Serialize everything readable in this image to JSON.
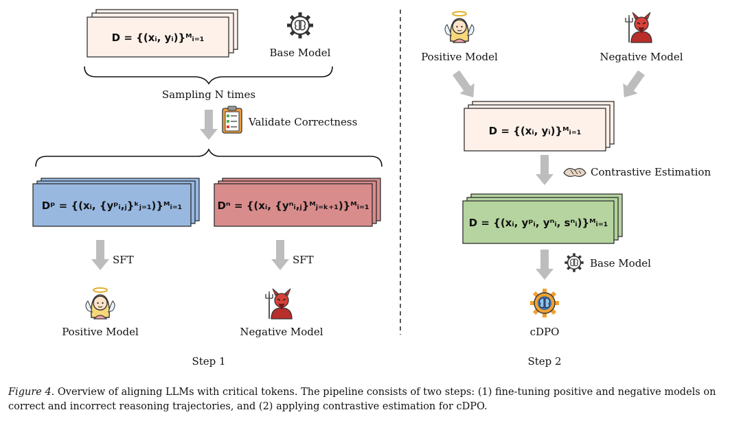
{
  "step1": {
    "dataset_formula": "D = {(xᵢ, yᵢ)}ᴹᵢ₌₁",
    "base_model_label": "Base Model",
    "sampling_label": "Sampling N times",
    "validate_label": "Validate Correctness",
    "positive_dataset_formula": "Dᵖ = {(xᵢ, {yᵖᵢ,ⱼ}ᵏⱼ₌₁)}ᴹᵢ₌₁",
    "negative_dataset_formula": "Dⁿ = {(xᵢ, {yⁿᵢ,ⱼ}ᴹⱼ₌ₖ₊₁)}ᴹᵢ₌₁",
    "sft_left_label": "SFT",
    "sft_right_label": "SFT",
    "positive_model_label": "Positive Model",
    "negative_model_label": "Negative Model",
    "step_label": "Step 1"
  },
  "step2": {
    "positive_model_label": "Positive Model",
    "negative_model_label": "Negative Model",
    "dataset_formula": "D = {(xᵢ, yᵢ)}ᴹᵢ₌₁",
    "contrastive_label": "Contrastive Estimation",
    "scored_dataset_formula": "D = {(xᵢ, yᵖᵢ, yⁿᵢ, sⁿᵢ)}ᴹᵢ₌₁",
    "base_model_label": "Base Model",
    "cdpo_label": "cDPO",
    "step_label": "Step 2"
  },
  "caption": {
    "figure_label": "Figure 4.",
    "text": "Overview of aligning LLMs with critical tokens. The pipeline consists of two steps: (1) fine-tuning positive and negative models on correct and incorrect reasoning trajectories, and (2) applying contrastive estimation for cDPO."
  },
  "colors": {
    "cream": "#fdf1ea",
    "blue": "#98b8e0",
    "red": "#d98c8c",
    "green": "#b5d49f",
    "arrow": "#bdbdbd",
    "gear": "#f0a030"
  },
  "icons": [
    "gear-brain-icon",
    "clipboard-checklist-icon",
    "angel-icon",
    "devil-icon",
    "handshake-icon",
    "orange-gear-brain-icon"
  ]
}
